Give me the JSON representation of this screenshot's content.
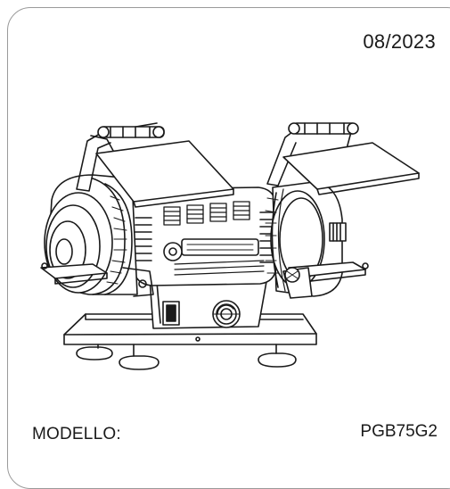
{
  "document": {
    "date": "08/2023",
    "model_label": "MODELLO:",
    "model_code": "PGB75G2"
  },
  "illustration": {
    "icon": "bench-grinder-icon",
    "stroke_color": "#1a1a1a",
    "frame_color": "#9a9a9a"
  }
}
